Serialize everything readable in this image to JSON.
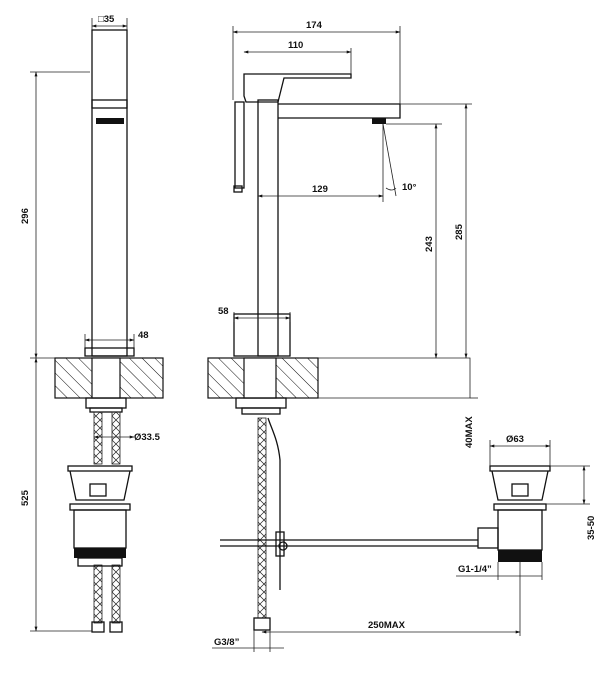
{
  "dimensions": {
    "square_35": "□35",
    "height_296": "296",
    "width_48": "48",
    "dia_33_5": "Ø33.5",
    "height_525": "525",
    "width_174": "174",
    "width_110": "110",
    "reach_129": "129",
    "angle_10": "10°",
    "height_243": "243",
    "height_285": "285",
    "width_58": "58",
    "deck_40max": "40MAX",
    "dia_63": "Ø63",
    "range_35_50": "35-50",
    "thread_g1_1_4": "G1-1/4”",
    "reach_250max": "250MAX",
    "thread_g3_8": "G3/8”"
  }
}
